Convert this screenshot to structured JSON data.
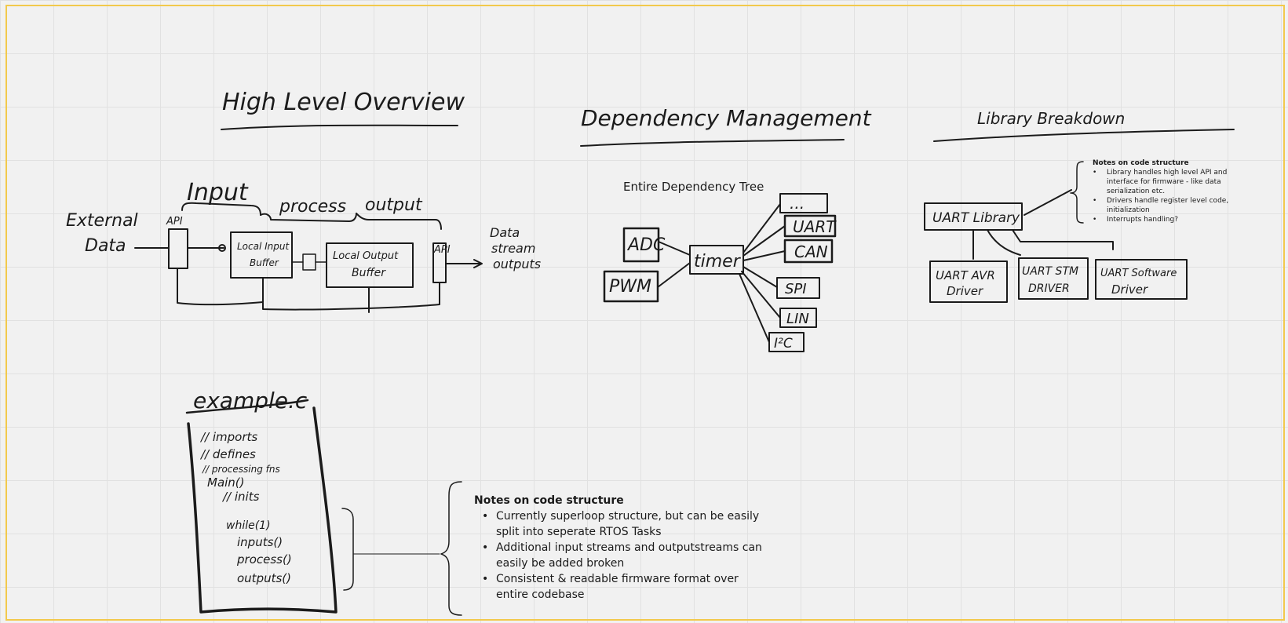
{
  "headings": {
    "overview": "High Level Overview",
    "dependency": "Dependency Management",
    "library": "Library Breakdown"
  },
  "overview": {
    "input": "Input",
    "process": "process",
    "output": "output",
    "external_1": "External",
    "external_2": "Data",
    "api_left": "API",
    "api_right": "API",
    "local_input_1": "Local Input",
    "local_input_2": "Buffer",
    "local_output_1": "Local Output",
    "local_output_2": "Buffer",
    "data_out_1": "Data",
    "data_out_2": "stream",
    "data_out_3": "outputs"
  },
  "dependency": {
    "tree_title": "Entire Dependency Tree",
    "adc": "ADC",
    "pwm": "PWM",
    "timer": "timer",
    "dots": "...",
    "uart": "UART",
    "can": "CAN",
    "spi": "SPI",
    "lin": "LIN",
    "i2c": "I²C"
  },
  "library": {
    "uart_library": "UART Library",
    "avr": [
      "UART AVR",
      "Driver"
    ],
    "stm": [
      "UART STM",
      "DRIVER"
    ],
    "sw": [
      "UART Software",
      "Driver"
    ],
    "notes_title": "Notes on code structure",
    "notes": [
      "Library handles high level API and interface for firmware - like data serialization etc.",
      "Drivers handle register level code, initialization",
      "Interrupts handling?"
    ]
  },
  "example": {
    "filename": "example.c",
    "lines": [
      "// imports",
      "// defines",
      "// processing fns",
      "Main()",
      "  // inits"
    ],
    "loop_lines": [
      "while(1)",
      "  inputs()",
      "  process()",
      "  outputs()"
    ]
  },
  "code_notes": {
    "title": "Notes on code structure",
    "items": [
      "Currently superloop structure, but can be easily split into seperate RTOS Tasks",
      "Additional input streams and outputstreams can easily be added broken",
      "Consistent & readable firmware format over entire codebase"
    ]
  }
}
